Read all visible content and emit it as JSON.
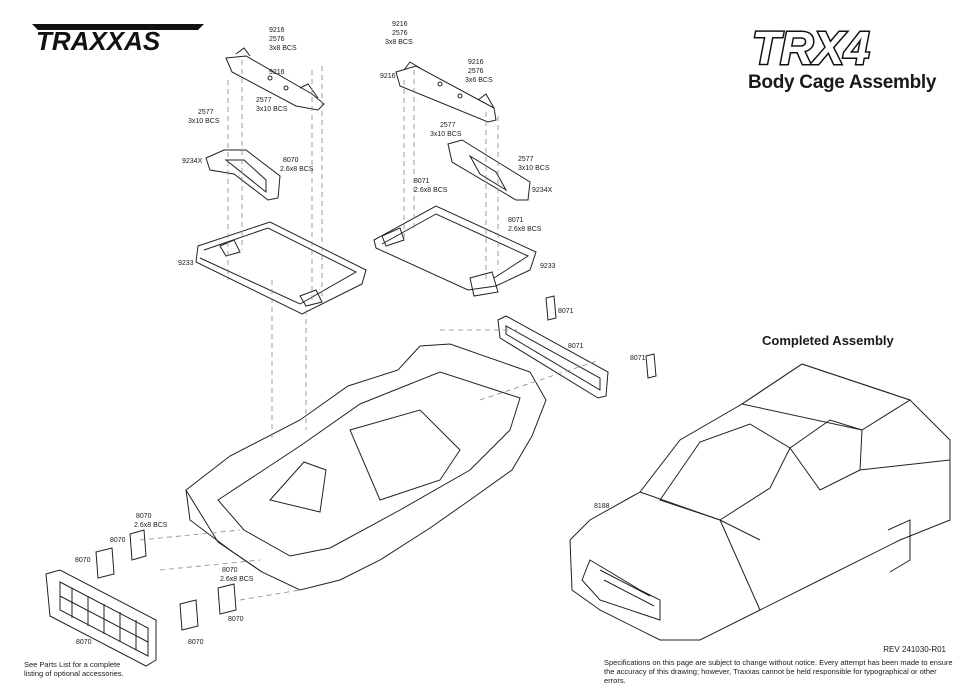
{
  "brand": {
    "logo_text": "TRAXXAS",
    "model_logo": "TRX4"
  },
  "title": "Body Cage Assembly",
  "completed_title": "Completed Assembly",
  "revision": "REV 241030-R01",
  "footer": {
    "parts_note_line1": "See Parts List for a complete",
    "parts_note_line2": "listing of optional accessories.",
    "disclaimer_line1": "Specifications on this page are subject to change without notice.  Every attempt has been made to ensure",
    "disclaimer_line2": "the accuracy of this drawing; however, Traxxas cannot be held responsible for typographical or other errors."
  },
  "callouts": {
    "l_9216_a": "9216",
    "l_2576_a": "2576",
    "l_3x8_a": "3x8 BCS",
    "l_9216_b": "9216",
    "l_2577_a": "2577",
    "l_3x10_a": "3x10 BCS",
    "l_2577_b": "2577",
    "l_3x10_b": "3x10 BCS",
    "l_9234x_a": "9234X",
    "l_8070_a": "8070",
    "l_26x8_a": "2.6x8 BCS",
    "l_9233_a": "9233",
    "r_9216_a": "9216",
    "r_2576_a": "2576",
    "r_3x8_a": "3x8 BCS",
    "r_9216_b": "9216",
    "r_9216_c": "9216",
    "r_2576_b": "2576",
    "r_3x8_b": "3x6 BCS",
    "r_2577_a": "2577",
    "r_3x10_a": "3x10 BCS",
    "r_2577_b": "2577",
    "r_3x10_b": "3x10 BCS",
    "r_8071_a": "8071",
    "r_26x8_a": "2.6x8 BCS",
    "r_9234x": "9234X",
    "r_8071_b": "8071",
    "r_26x8_b": "2.6x8 BCS",
    "r_9233": "9233",
    "m_8071_a": "8071",
    "m_8071_b": "8071",
    "m_8071_c": "8071",
    "f_8070_a": "8070",
    "f_26x8_a": "2.6x8 BCS",
    "f_8070_b": "8070",
    "f_8070_c": "8070",
    "f_8070_d": "8070",
    "f_26x8_b": "2.6x8 BCS",
    "f_8070_e": "8070",
    "f_8070_f": "8070",
    "f_8070_g": "8070",
    "body_8188": "8188"
  }
}
